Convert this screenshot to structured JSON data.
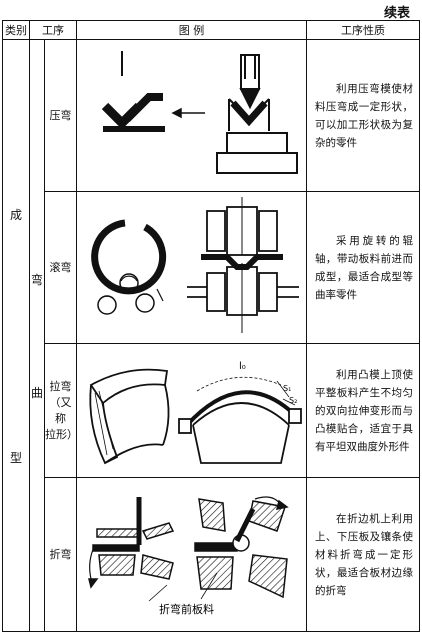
{
  "continued": "续表",
  "headers": {
    "category": "类别",
    "process": "工序",
    "diagram": "图 例",
    "nature": "工序性质"
  },
  "category": {
    "c1": "成",
    "c2": "型"
  },
  "sub": {
    "s1": "弯",
    "s2": "曲"
  },
  "rows": [
    {
      "name_lines": [
        "压弯"
      ],
      "desc": "利用压弯模使材料压弯成一定形状，可以加工形状极为复杂的零件"
    },
    {
      "name_lines": [
        "滚弯"
      ],
      "desc": "采用旋转的辊轴，带动板料前进而成型，最适合成型等曲率零件"
    },
    {
      "name_lines": [
        "拉弯",
        "（又称",
        "拉形）"
      ],
      "desc": "利用凸模上顶使平整板料产生不均匀的双向拉伸变形而与凸模贴合，适宜于具有平坦双曲度外形件"
    },
    {
      "name_lines": [
        "折弯"
      ],
      "desc": "在折边机上利用上、下压板及镶条使材料折弯成一定形状，最适合板材边缘的折弯"
    }
  ],
  "labels": {
    "l0": "l₀",
    "s1": "S₁",
    "s2": "S₂",
    "fold_label": "折弯前板料"
  }
}
